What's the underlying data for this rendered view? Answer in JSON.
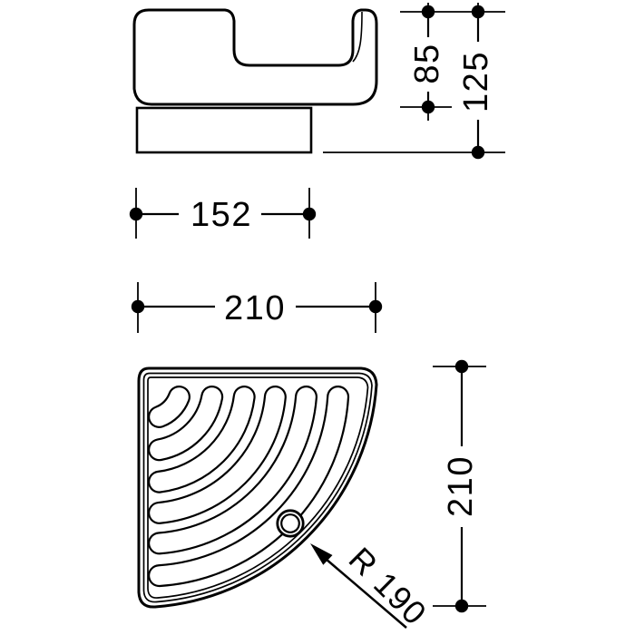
{
  "page": {
    "background_color": "#ffffff",
    "line_color": "#000000"
  },
  "drawing": {
    "dimensions": {
      "basket_height": "85",
      "total_height": "125",
      "backplate_width": "152",
      "overall_width": "210",
      "overall_depth": "210",
      "front_radius": "R 190"
    }
  }
}
